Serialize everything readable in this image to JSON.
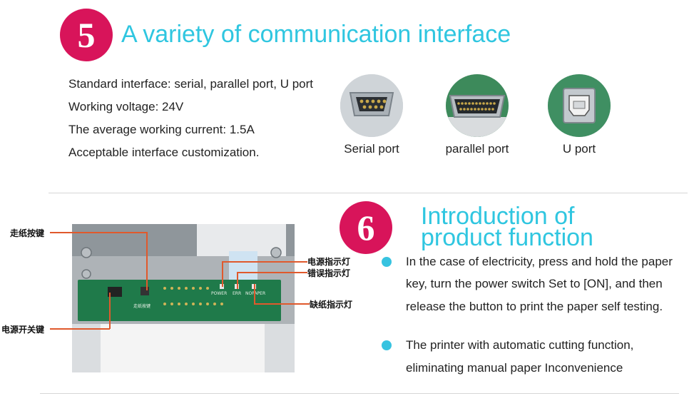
{
  "section5": {
    "number": "5",
    "title": "A variety of communication interface",
    "specs": [
      "Standard interface: serial, parallel port, U port",
      "Working voltage: 24V",
      "The average working current: 1.5A",
      "Acceptable interface customization."
    ],
    "ports": [
      {
        "label": "Serial port",
        "icon": "serial-port-icon"
      },
      {
        "label": "parallel port",
        "icon": "parallel-port-icon"
      },
      {
        "label": "U port",
        "icon": "usb-port-icon"
      }
    ]
  },
  "section6": {
    "number": "6",
    "title_line1": "Introduction of",
    "title_line2": "product function",
    "bullets": [
      {
        "lines": [
          "In the case of electricity, press and hold the paper",
          "key, turn the power switch Set to [ON], and then",
          "release the button to print the paper self testing."
        ]
      },
      {
        "lines": [
          "The printer with automatic cutting function,",
          "eliminating manual paper Inconvenience"
        ]
      }
    ]
  },
  "callouts": {
    "feed_key": "走纸按键",
    "power_switch": "电源开关键",
    "power_led": "电源指示灯",
    "error_led": "错误指示灯",
    "paper_out_led": "缺纸指示灯"
  },
  "board_silkscreen": {
    "feed": "走纸按键",
    "power": "POWER",
    "err": "ERR",
    "nopaper": "NOPAPER"
  },
  "colors": {
    "accent_magenta": "#d8145a",
    "accent_cyan": "#2fc6e0",
    "callout_line": "#e0592c"
  }
}
